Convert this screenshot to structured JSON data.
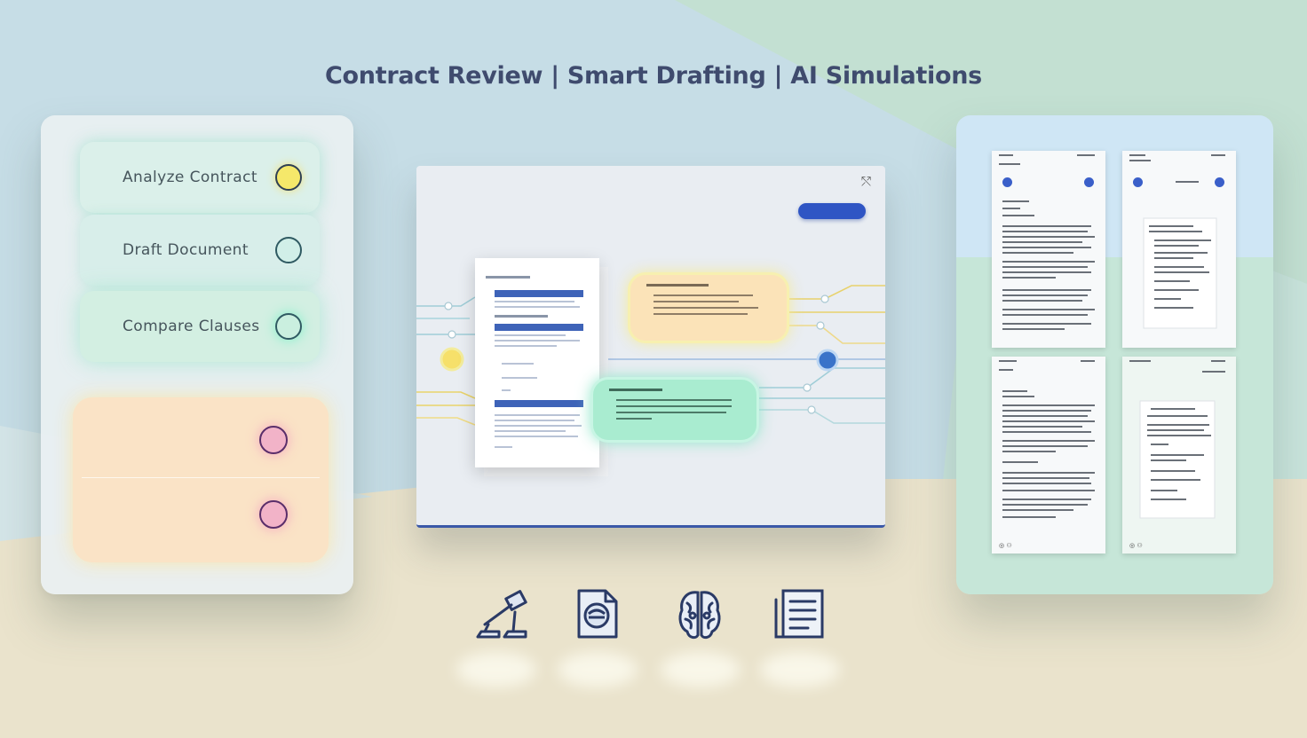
{
  "header": {
    "title": "Contract Review | Smart Drafting | AI Simulations"
  },
  "actions": [
    {
      "label": "Analyze Contract",
      "status": "active"
    },
    {
      "label": "Draft Document",
      "status": "idle"
    },
    {
      "label": "Compare Clauses",
      "status": "idle"
    }
  ],
  "colors": {
    "title": "#3f4b6e",
    "accent_blue": "#2f55c4",
    "yellow_dot": "#f5e86a",
    "teal_dot": "#2f5a62",
    "pink_dot": "#f2b3c8"
  },
  "features": [
    {
      "name": "gavel-icon"
    },
    {
      "name": "document-icon"
    },
    {
      "name": "brain-icon"
    },
    {
      "name": "notes-icon"
    }
  ]
}
